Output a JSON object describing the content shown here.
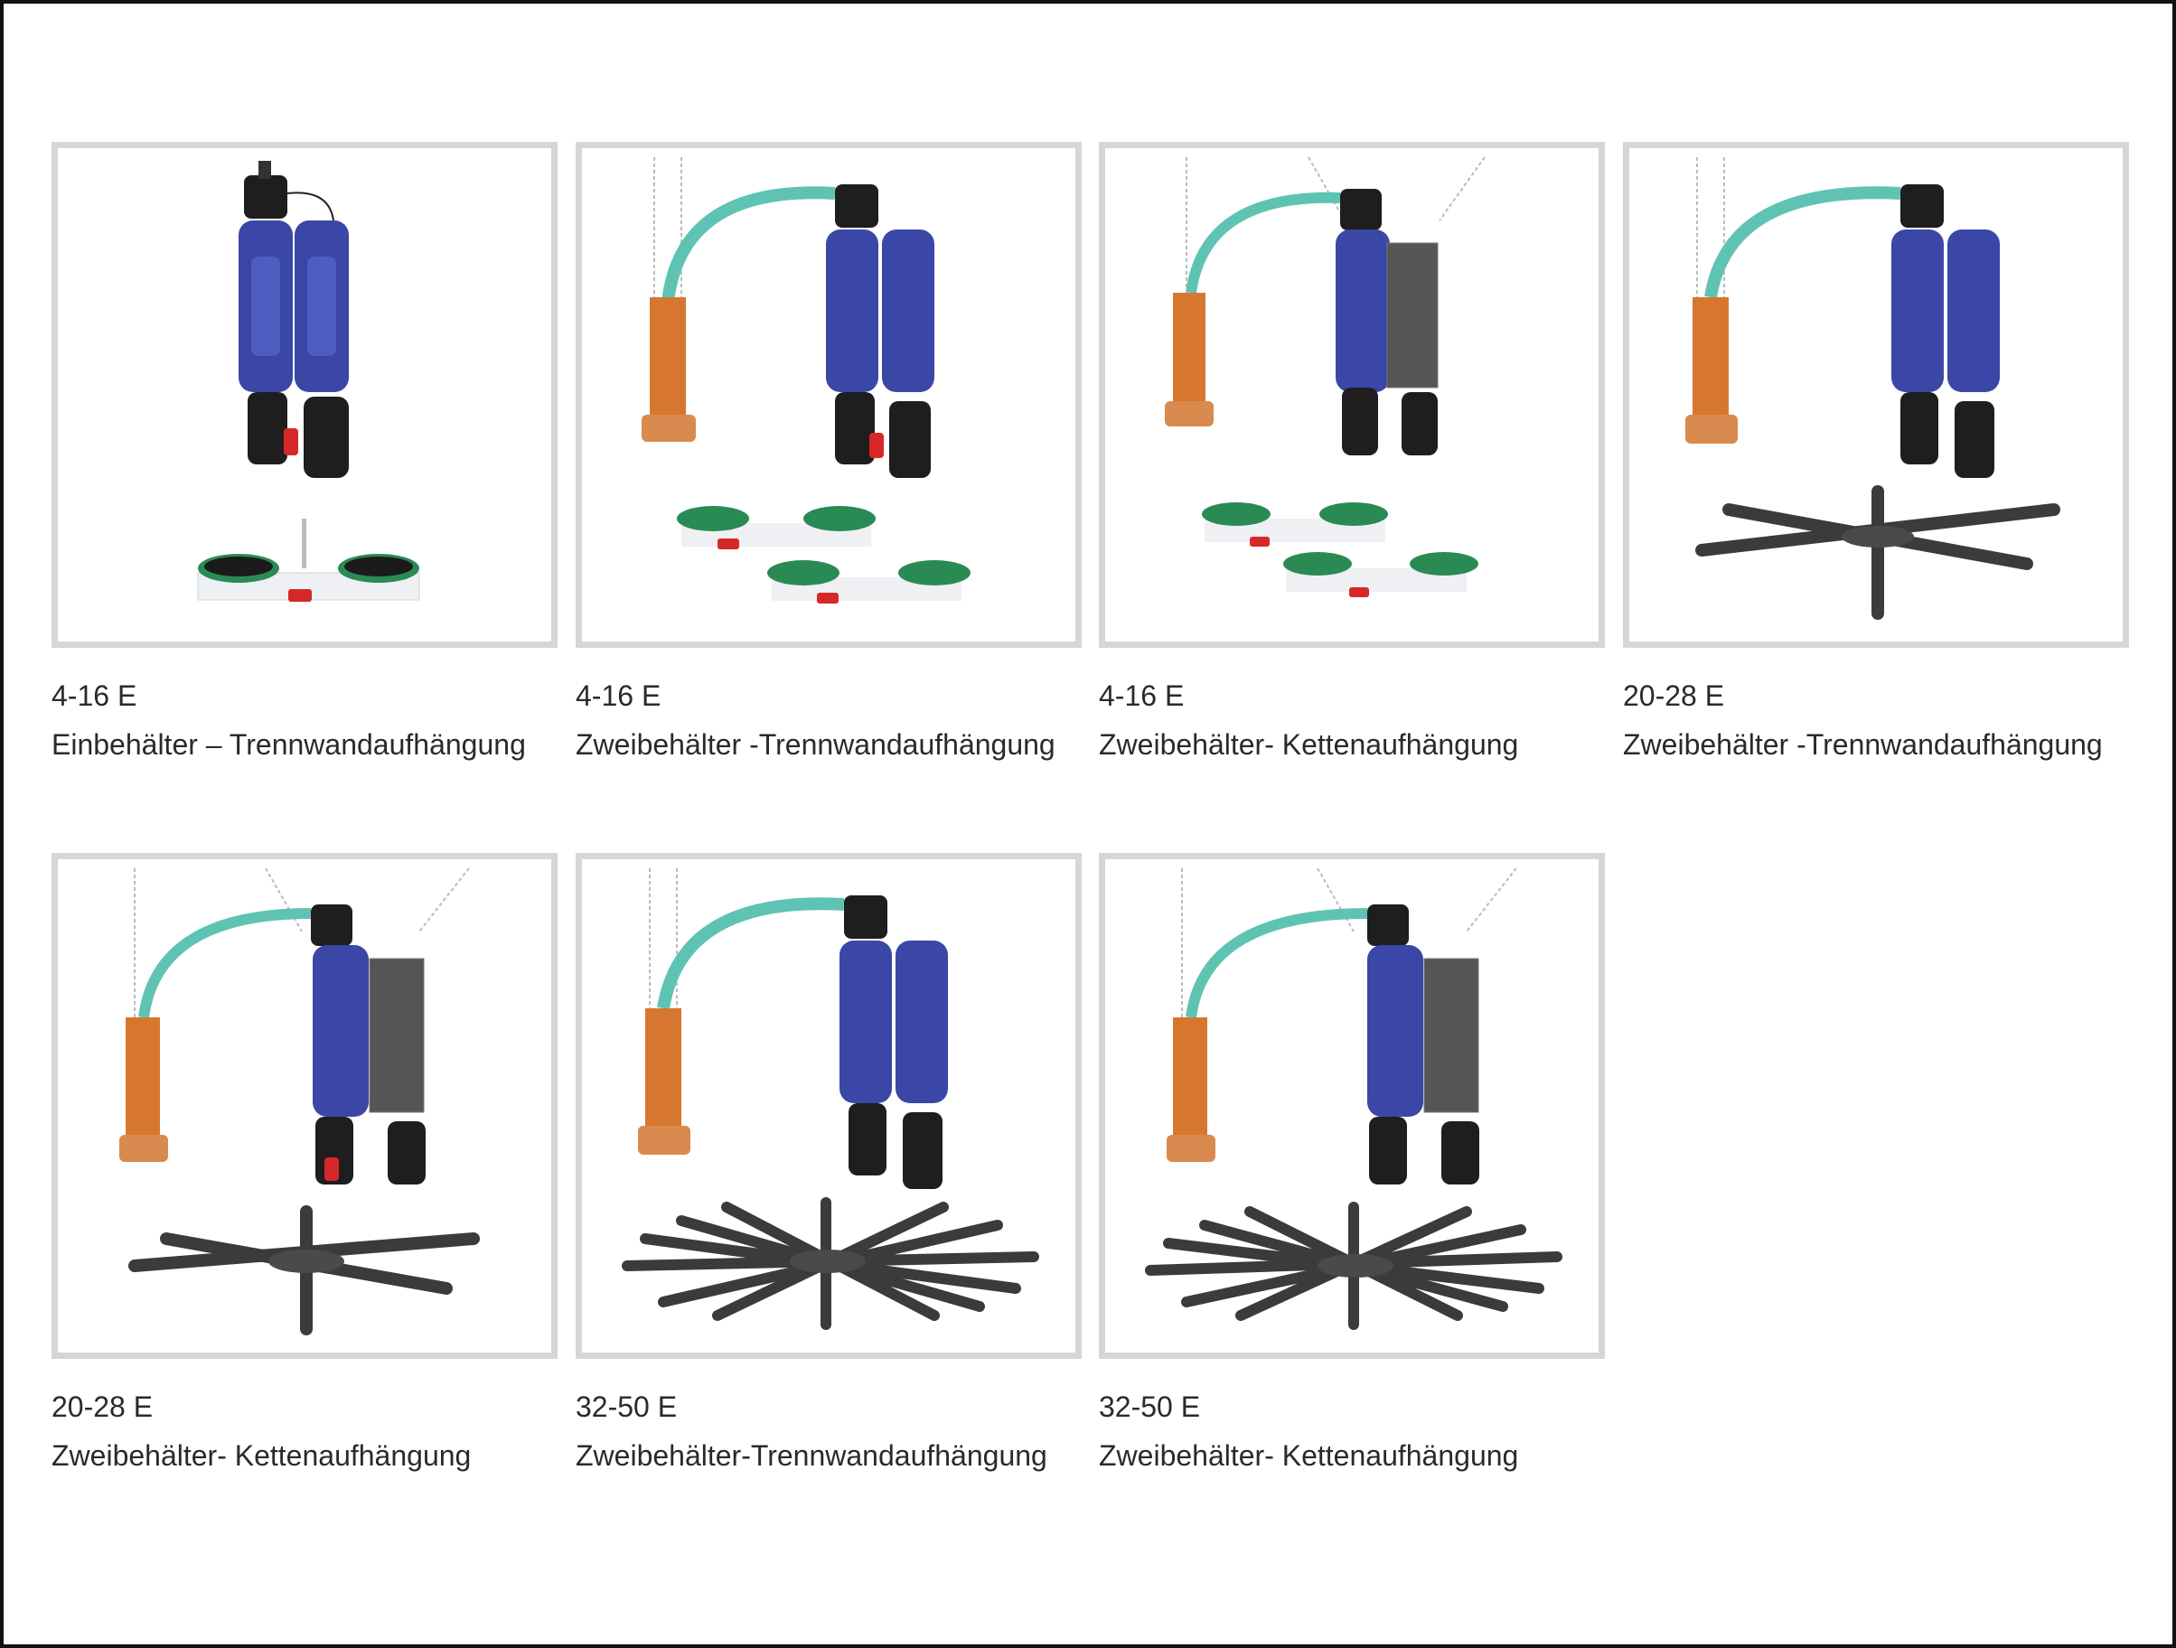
{
  "colors": {
    "tank": "#3a47a6",
    "hose": "#5fc3b4",
    "tube": "#d7772f",
    "diffuser": "#2a8a54",
    "star": "#3b3b3b",
    "pump": "#1e1e1e",
    "float": "#d62828",
    "border": "#d6d6d6"
  },
  "products": [
    {
      "model": "4-16 E",
      "description": "Einbehälter – Trennwandaufhängung",
      "icons": [
        "single-tank-icon",
        "partition-hanger-icon",
        "disc-diffuser-icon"
      ]
    },
    {
      "model": "4-16 E",
      "description": "Zweibehälter -Trennwandaufhängung",
      "icons": [
        "double-tank-icon",
        "partition-hanger-icon",
        "disc-diffuser-icon"
      ]
    },
    {
      "model": "4-16 E",
      "description": "Zweibehälter- Kettenaufhängung",
      "icons": [
        "double-tank-icon",
        "chain-hanger-icon",
        "disc-diffuser-icon"
      ]
    },
    {
      "model": "20-28 E",
      "description": "Zweibehälter -Trennwandaufhängung",
      "icons": [
        "double-tank-icon",
        "partition-hanger-icon",
        "star-diffuser-icon"
      ]
    },
    {
      "model": "20-28 E",
      "description": "Zweibehälter- Kettenaufhängung",
      "icons": [
        "double-tank-icon",
        "chain-hanger-icon",
        "star-diffuser-icon"
      ]
    },
    {
      "model": "32-50 E",
      "description": "Zweibehälter-Trennwandaufhängung",
      "icons": [
        "double-tank-icon",
        "partition-hanger-icon",
        "large-star-diffuser-icon"
      ]
    },
    {
      "model": "32-50 E",
      "description": "Zweibehälter- Kettenaufhängung",
      "icons": [
        "double-tank-icon",
        "chain-hanger-icon",
        "large-star-diffuser-icon"
      ]
    }
  ]
}
